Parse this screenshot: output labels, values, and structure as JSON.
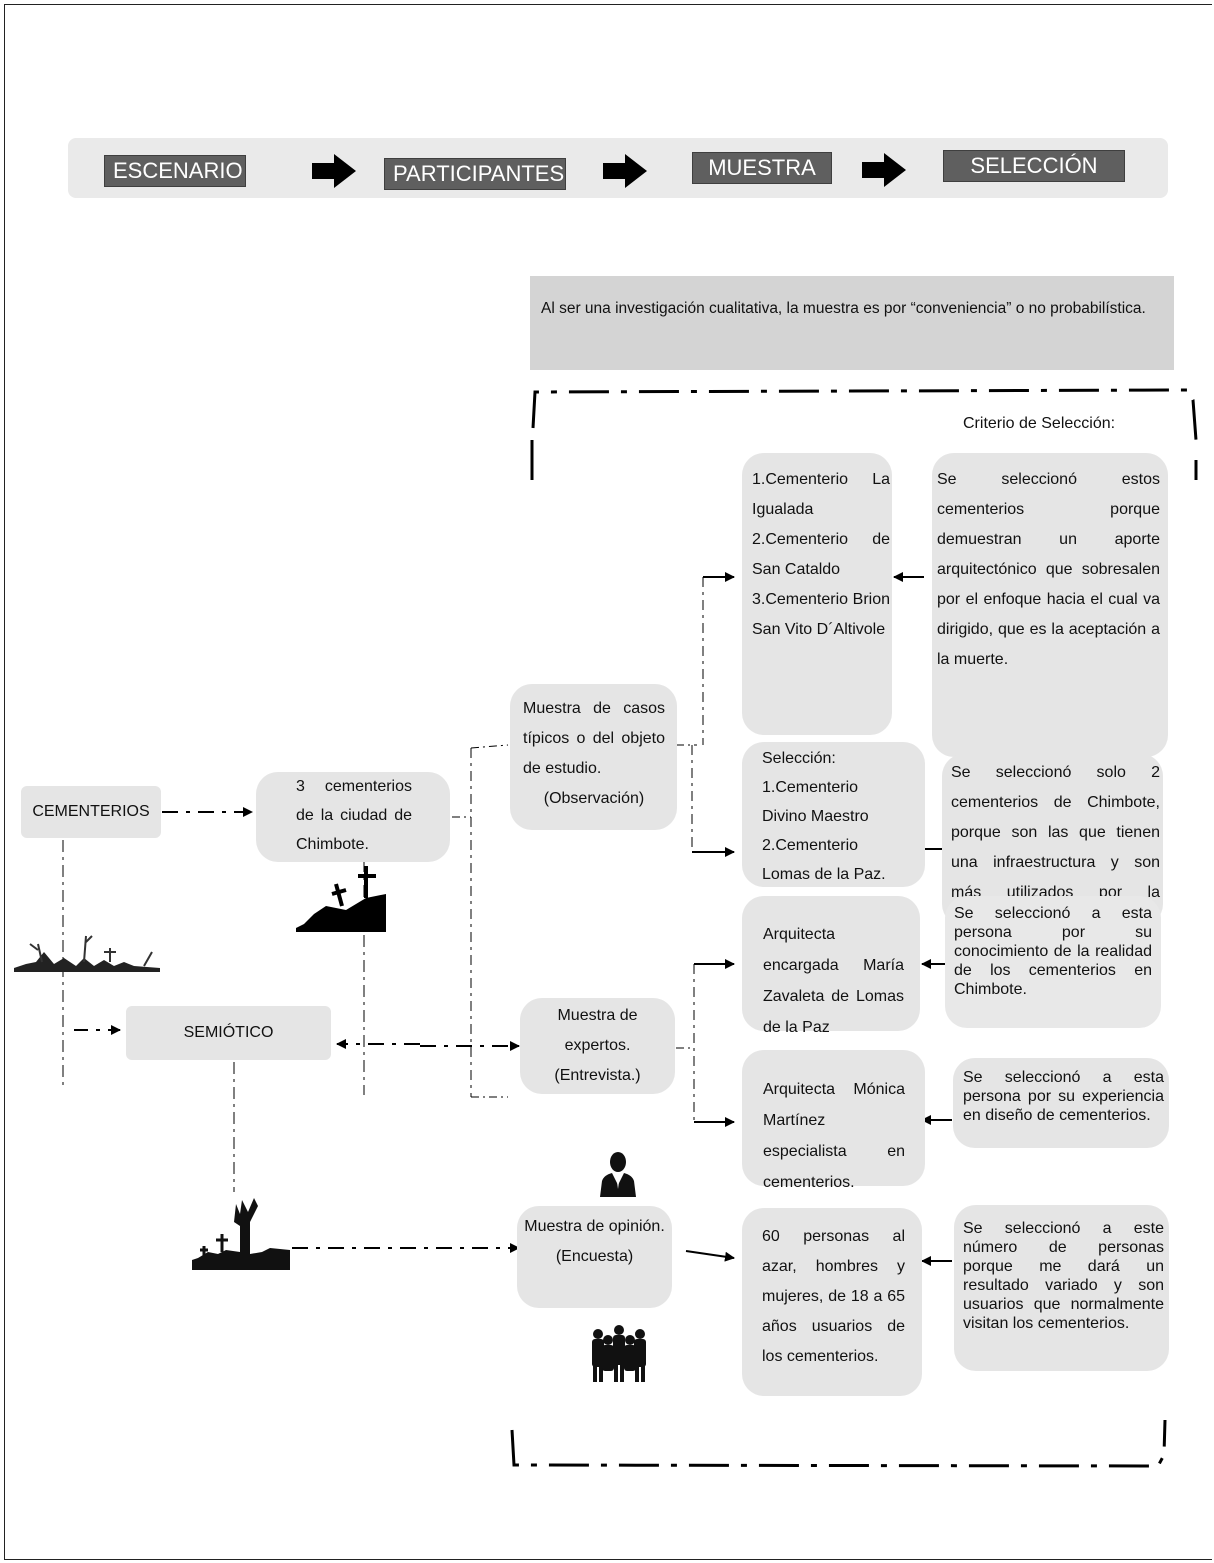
{
  "flow_steps": [
    "ESCENARIO",
    "PARTICIPANTES",
    "MUESTRA",
    "SELECCIÓN"
  ],
  "note_text": "Al ser una investigación cualitativa, la muestra es por “conveniencia” o no probabilística.",
  "criteria_label": "Criterio de Selección:",
  "left": {
    "cementerios": "CEMENTERIOS",
    "tres_cementerios": "3 cementerios de la ciudad de Chimbote.",
    "semiotico": "SEMIÓTICO"
  },
  "samples": {
    "casos": "Muestra de casos típicos o del objeto de estudio.",
    "casos_method": "(Observación)",
    "expertos": "Muestra de expertos.",
    "expertos_method": "(Entrevista.)",
    "opinion": "Muestra de opinión.",
    "opinion_method": "(Encuesta)"
  },
  "selection": {
    "s1_lines": [
      "1.Cementerio La Igualada",
      "2.Cementerio de San Cataldo",
      "3.Cementerio Brion San Vito D´Altivole"
    ],
    "s2_title": "Selección:",
    "s2_lines": [
      "1.Cementerio Divino Maestro",
      "2.Cementerio Lomas de la Paz."
    ],
    "s3": "Arquitecta encargada María Zavaleta de Lomas de la Paz",
    "s4": "Arquitecta Mónica Martínez especialista en cementerios.",
    "s5": "60 personas al azar, hombres y mujeres, de 18 a 65 años usuarios de los cementerios."
  },
  "criteria": {
    "c1": "Se seleccionó estos cementerios porque demuestran un aporte arquitectónico que sobresalen por el enfoque hacia el cual va dirigido, que es la aceptación a la muerte.",
    "c2": "Se seleccionó solo 2 cementerios de Chimbote, porque son las que tienen una infraestructura y son más utilizados por la Población.",
    "c3": "Se seleccionó a esta persona por su conocimiento de la realidad de los cementerios en Chimbote.",
    "c4": "Se seleccionó a esta persona por su experiencia en diseño de cementerios.",
    "c5": "Se seleccionó a este número de personas porque me dará un resultado variado y son usuarios que normalmente visitan los cementerios."
  },
  "colors": {
    "step_fill": "#5f5f5f",
    "box_fill": "#e5e5e5",
    "note_fill": "#d4d4d4",
    "bar_fill": "#eaeaea"
  },
  "icons": [
    "right-arrow-icon",
    "graveyard-silhouette-icon",
    "cross-grave-silhouette-icon",
    "angel-statue-silhouette-icon",
    "person-icon",
    "group-people-icon"
  ]
}
